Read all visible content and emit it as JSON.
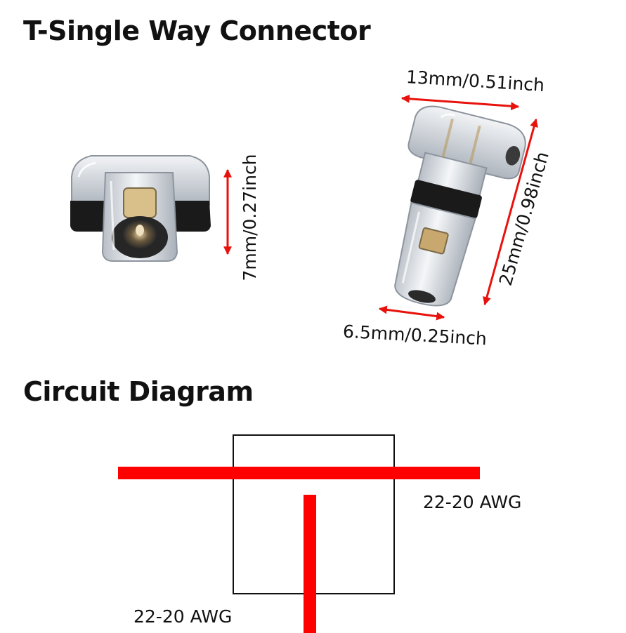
{
  "title": "T-Single Way Connector",
  "dimensions": {
    "height_side": "7mm/0.27inch",
    "top_width": "13mm/0.51inch",
    "length": "25mm/0.98inch",
    "bottom_width": "6.5mm/0.25inch"
  },
  "diagram": {
    "heading": "Circuit Diagram",
    "main_wire_label": "22-20 AWG",
    "branch_wire_label": "22-20 AWG"
  },
  "colors": {
    "wire": "#ff0000",
    "dimension_arrow": "#e8120c",
    "housing_black": "#1a1a1a",
    "housing_clear": "#dfe3e8"
  }
}
